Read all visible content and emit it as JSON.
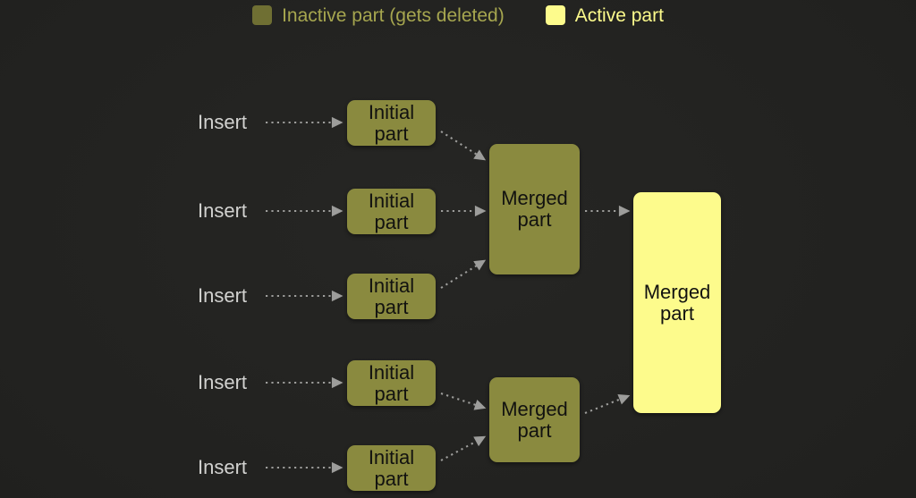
{
  "legend": {
    "items": [
      {
        "name": "inactive",
        "label": "Inactive part (gets deleted)",
        "color": "#6f6f33",
        "text_color": "#a6a64f"
      },
      {
        "name": "active",
        "label": "Active part",
        "color": "#fdfb8c",
        "text_color": "#fdfb8c"
      }
    ]
  },
  "diagram": {
    "background_color": "#222220",
    "inserts": [
      {
        "label": "Insert"
      },
      {
        "label": "Insert"
      },
      {
        "label": "Insert"
      },
      {
        "label": "Insert"
      },
      {
        "label": "Insert"
      }
    ],
    "initial_parts": [
      {
        "line1": "Initial",
        "line2": "part"
      },
      {
        "line1": "Initial",
        "line2": "part"
      },
      {
        "line1": "Initial",
        "line2": "part"
      },
      {
        "line1": "Initial",
        "line2": "part"
      },
      {
        "line1": "Initial",
        "line2": "part"
      }
    ],
    "merged_parts": [
      {
        "line1": "Merged",
        "line2": "part",
        "state": "inactive"
      },
      {
        "line1": "Merged",
        "line2": "part",
        "state": "inactive"
      }
    ],
    "final_part": {
      "line1": "Merged",
      "line2": "part",
      "state": "active"
    }
  }
}
